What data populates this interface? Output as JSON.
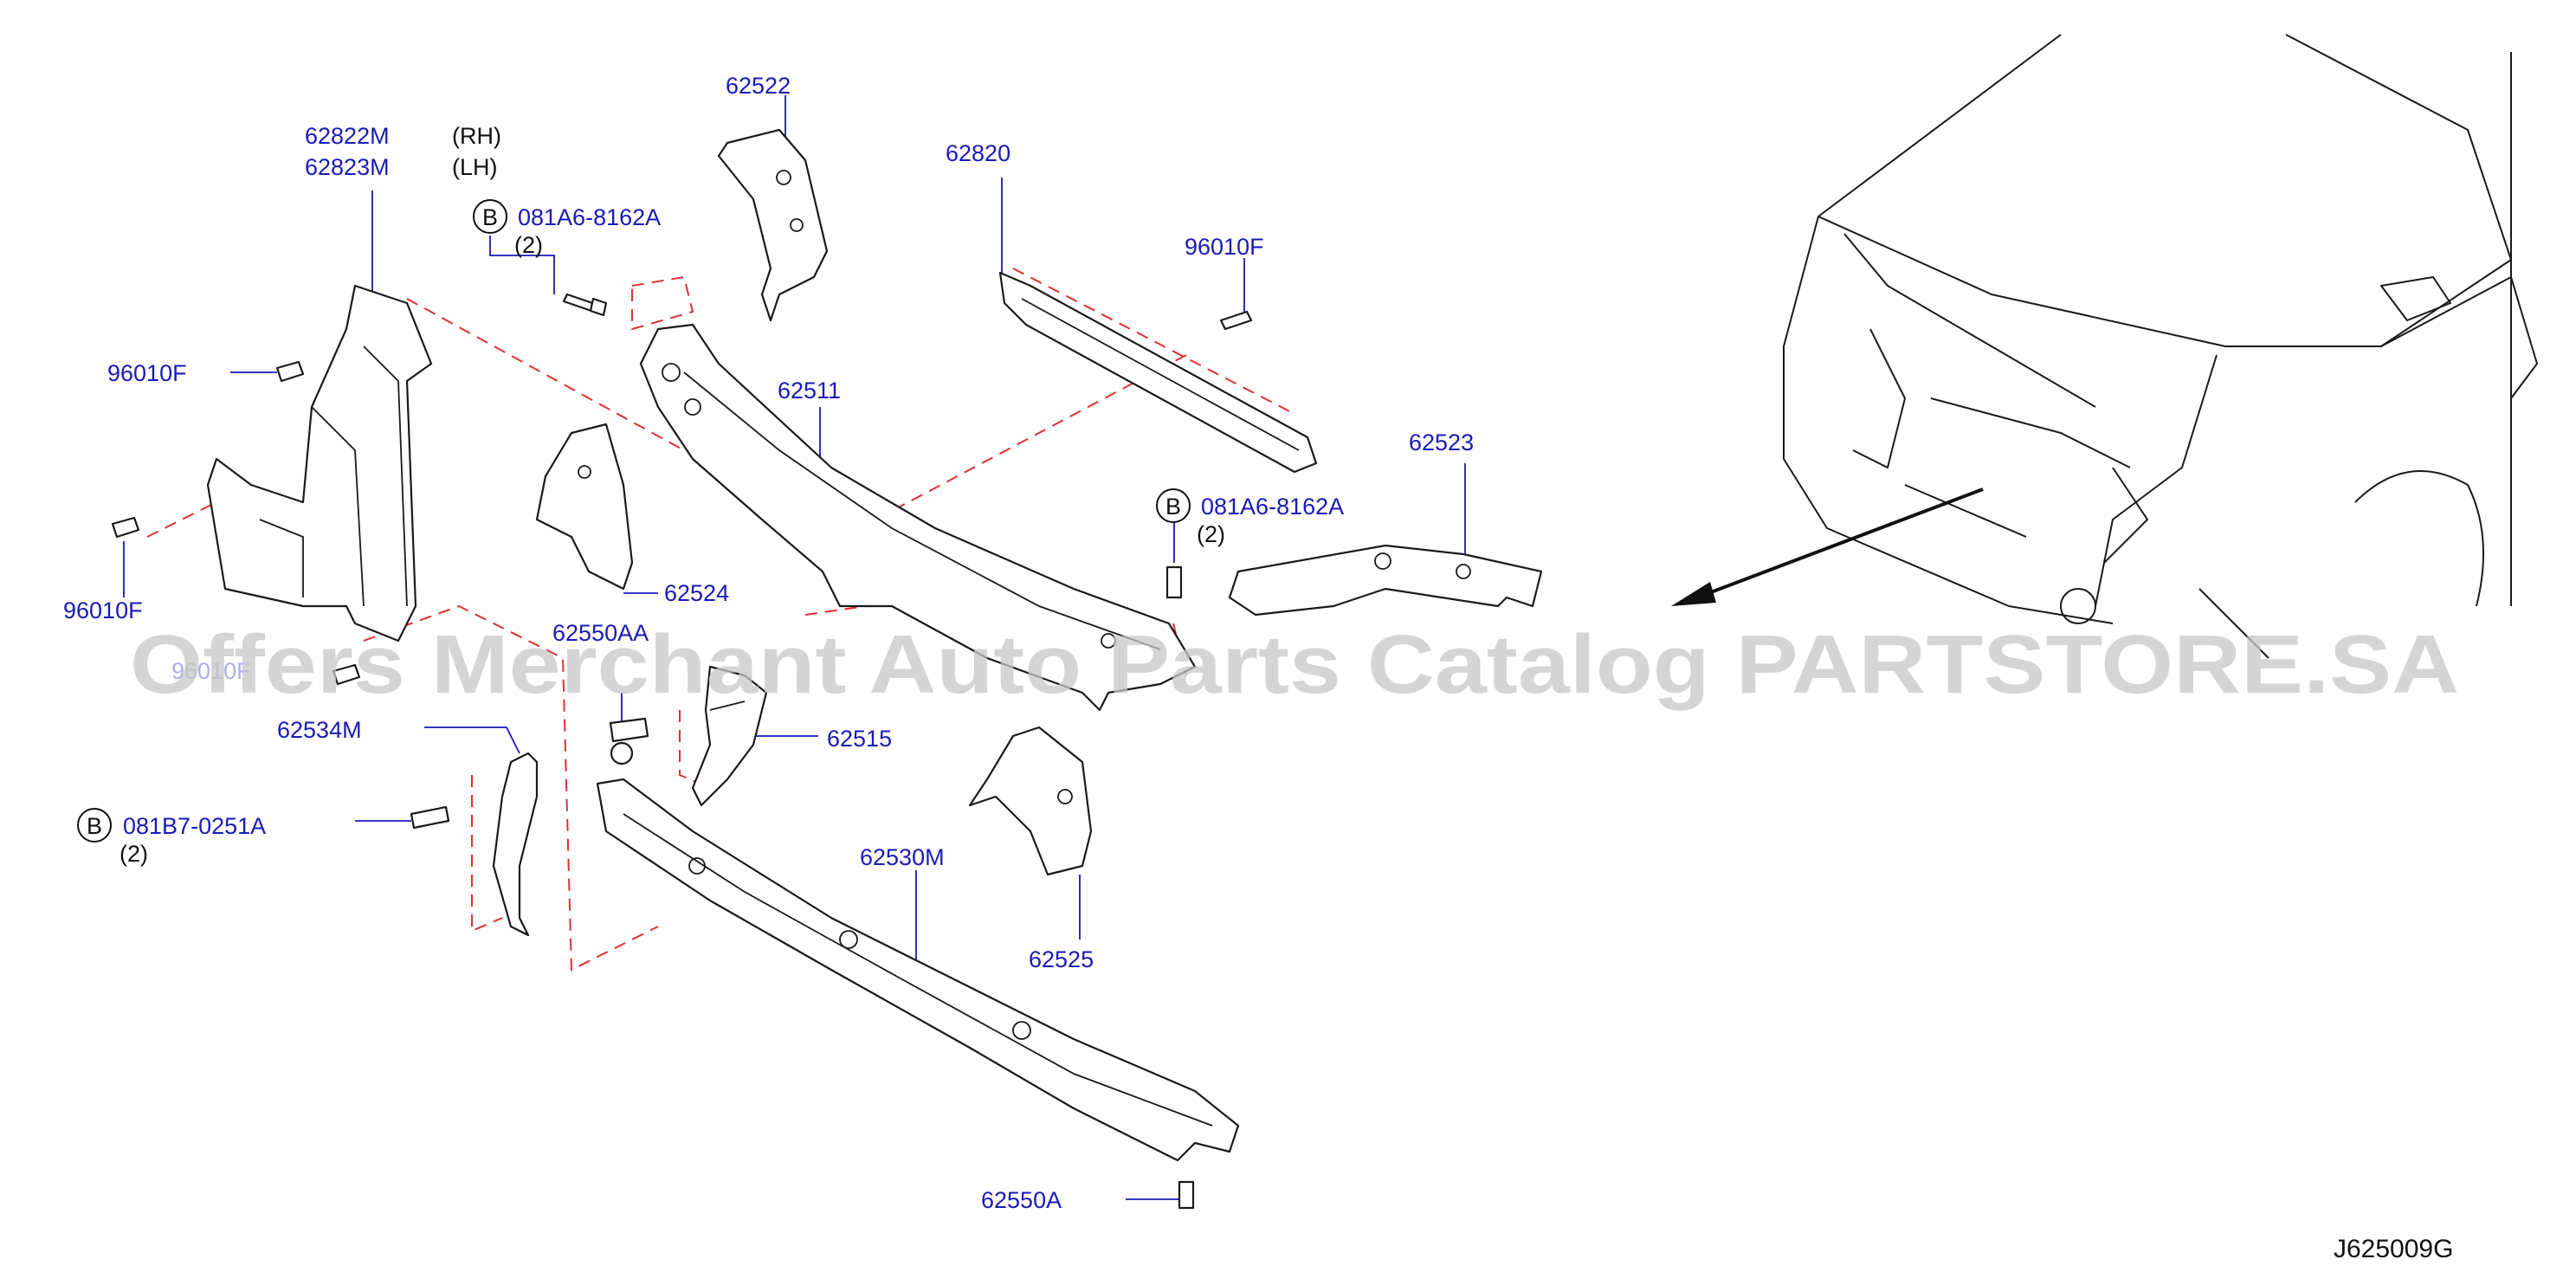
{
  "labels": {
    "p62822m": "62822M",
    "rh": "(RH)",
    "p62823m": "62823M",
    "lh": "(LH)",
    "p62522": "62522",
    "p62820": "62820",
    "p96010f_top": "96010F",
    "bolt_081a6_top": "081A6-8162A",
    "qty_top": "(2)",
    "p96010f_left_a": "96010F",
    "p62511": "62511",
    "p62523": "62523",
    "bolt_081a6_mid": "081A6-8162A",
    "qty_mid": "(2)",
    "p96010f_left_b": "96010F",
    "p62524": "62524",
    "p62550aa": "62550AA",
    "p96010f_faded": "96010F",
    "p62534m": "62534M",
    "p62515": "62515",
    "bolt_081b7": "081B7-0251A",
    "qty_low": "(2)",
    "p62530m": "62530M",
    "p62525": "62525",
    "p62550a": "62550A",
    "diagram_code": "J625009G",
    "bolt_marker": "B"
  },
  "watermark": "Offers Merchant Auto Parts Catalog PARTSTORE.SA",
  "colors": {
    "label": "#1a1ab8",
    "dashed_lines": "#e03030",
    "outline": "#1a1a1a",
    "watermark": "#c8c8c8"
  }
}
